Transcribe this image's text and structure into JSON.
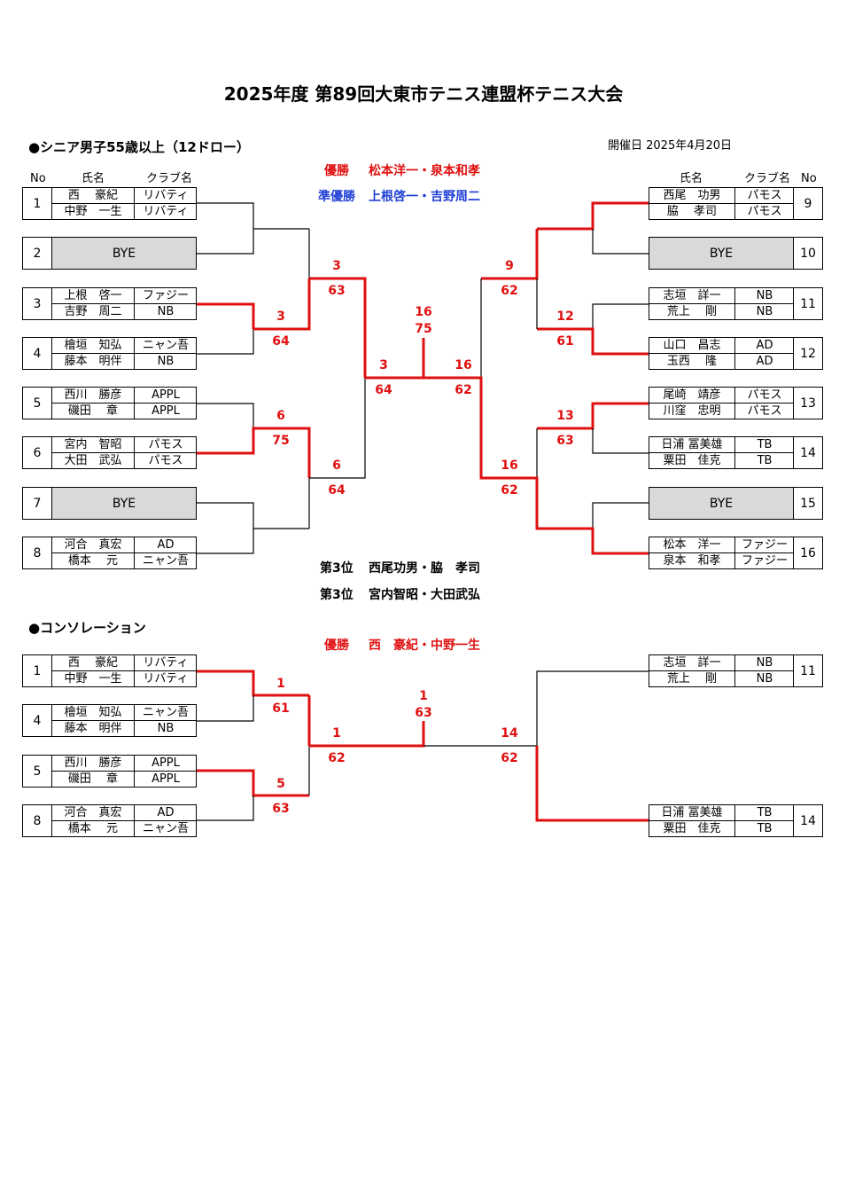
{
  "title": "2025年度 第89回大東市テニス連盟杯テニス大会",
  "main": {
    "heading": "●シニア男子55歳以上（12ドロー）",
    "date": "開催日 2025年4月20日",
    "winner": {
      "label": "優勝",
      "names": "松本洋一・泉本和孝"
    },
    "runner_up": {
      "label": "準優勝",
      "names": "上根啓一・吉野周二"
    },
    "left_headers": {
      "no": "No",
      "name": "氏名",
      "club": "クラブ名"
    },
    "right_headers": {
      "name": "氏名",
      "club": "クラブ名",
      "no": "No"
    },
    "left_entries": [
      {
        "no": "1",
        "p1": "西　 豪紀",
        "c1": "リバティ",
        "p2": "中野　一生",
        "c2": "リバティ"
      },
      {
        "no": "2",
        "bye": "BYE"
      },
      {
        "no": "3",
        "p1": "上根　啓一",
        "c1": "ファジー",
        "p2": "吉野　周二",
        "c2": "NB"
      },
      {
        "no": "4",
        "p1": "檜垣　知弘",
        "c1": "ニャン吾",
        "p2": "藤本　明伴",
        "c2": "NB"
      },
      {
        "no": "5",
        "p1": "西川　勝彦",
        "c1": "APPL",
        "p2": "磯田　 章",
        "c2": "APPL"
      },
      {
        "no": "6",
        "p1": "宮内　智昭",
        "c1": "パモス",
        "p2": "大田　武弘",
        "c2": "パモス"
      },
      {
        "no": "7",
        "bye": "BYE"
      },
      {
        "no": "8",
        "p1": "河合　真宏",
        "c1": "AD",
        "p2": "橋本　 元",
        "c2": "ニャン吾"
      }
    ],
    "right_entries": [
      {
        "no": "9",
        "p1": "西尾　功男",
        "c1": "パモス",
        "p2": "脇　 孝司",
        "c2": "パモス"
      },
      {
        "no": "10",
        "bye": "BYE"
      },
      {
        "no": "11",
        "p1": "志垣　詳一",
        "c1": "NB",
        "p2": "荒上　 剛",
        "c2": "NB"
      },
      {
        "no": "12",
        "p1": "山口　昌志",
        "c1": "AD",
        "p2": "玉西　 隆",
        "c2": "AD"
      },
      {
        "no": "13",
        "p1": "尾崎　靖彦",
        "c1": "パモス",
        "p2": "川窪　忠明",
        "c2": "パモス"
      },
      {
        "no": "14",
        "p1": "日浦 冨美雄",
        "c1": "TB",
        "p2": "粟田　佳克",
        "c2": "TB"
      },
      {
        "no": "15",
        "bye": "BYE"
      },
      {
        "no": "16",
        "p1": "松本　洋一",
        "c1": "ファジー",
        "p2": "泉本　和孝",
        "c2": "ファジー"
      }
    ],
    "scores": {
      "l_r2a_w": "3",
      "l_r2a_s": "64",
      "l_r2b_w": "6",
      "l_r2b_s": "75",
      "l_qf_a_w": "3",
      "l_qf_a_s": "63",
      "l_qf_b_w": "6",
      "l_qf_b_s": "64",
      "l_sf_w": "3",
      "l_sf_s": "64",
      "final_w": "16",
      "final_s": "75",
      "r_sf_w": "16",
      "r_sf_s": "62",
      "r_qf_a_w": "9",
      "r_qf_a_s": "62",
      "r_qf_b_w": "16",
      "r_qf_b_s": "62",
      "r_r2a_w": "12",
      "r_r2a_s": "61",
      "r_r2b_w": "13",
      "r_r2b_s": "63"
    },
    "third_places": [
      {
        "label": "第3位",
        "names": "西尾功男・脇　孝司"
      },
      {
        "label": "第3位",
        "names": "宮内智昭・大田武弘"
      }
    ]
  },
  "consolation": {
    "heading": "●コンソレーション",
    "winner": {
      "label": "優勝",
      "names": "西　豪紀・中野一生"
    },
    "left_entries": [
      {
        "no": "1",
        "p1": "西　 豪紀",
        "c1": "リバティ",
        "p2": "中野　一生",
        "c2": "リバティ"
      },
      {
        "no": "4",
        "p1": "檜垣　知弘",
        "c1": "ニャン吾",
        "p2": "藤本　明伴",
        "c2": "NB"
      },
      {
        "no": "5",
        "p1": "西川　勝彦",
        "c1": "APPL",
        "p2": "磯田　 章",
        "c2": "APPL"
      },
      {
        "no": "8",
        "p1": "河合　真宏",
        "c1": "AD",
        "p2": "橋本　 元",
        "c2": "ニャン吾"
      }
    ],
    "right_entries": [
      {
        "no": "11",
        "p1": "志垣　詳一",
        "c1": "NB",
        "p2": "荒上　 剛",
        "c2": "NB"
      },
      {
        "no": "14",
        "p1": "日浦 冨美雄",
        "c1": "TB",
        "p2": "粟田　佳克",
        "c2": "TB"
      }
    ],
    "scores": {
      "qa_w": "1",
      "qa_s": "61",
      "qb_w": "5",
      "qb_s": "63",
      "sf_w": "1",
      "sf_s": "62",
      "final_w": "1",
      "final_s": "63",
      "r_w": "14",
      "r_s": "62"
    }
  },
  "colors": {
    "win_line": "#e01010",
    "line": "#000000",
    "bye_fill": "#d9d9d9",
    "runner_up_text": "#1f3fd6"
  }
}
